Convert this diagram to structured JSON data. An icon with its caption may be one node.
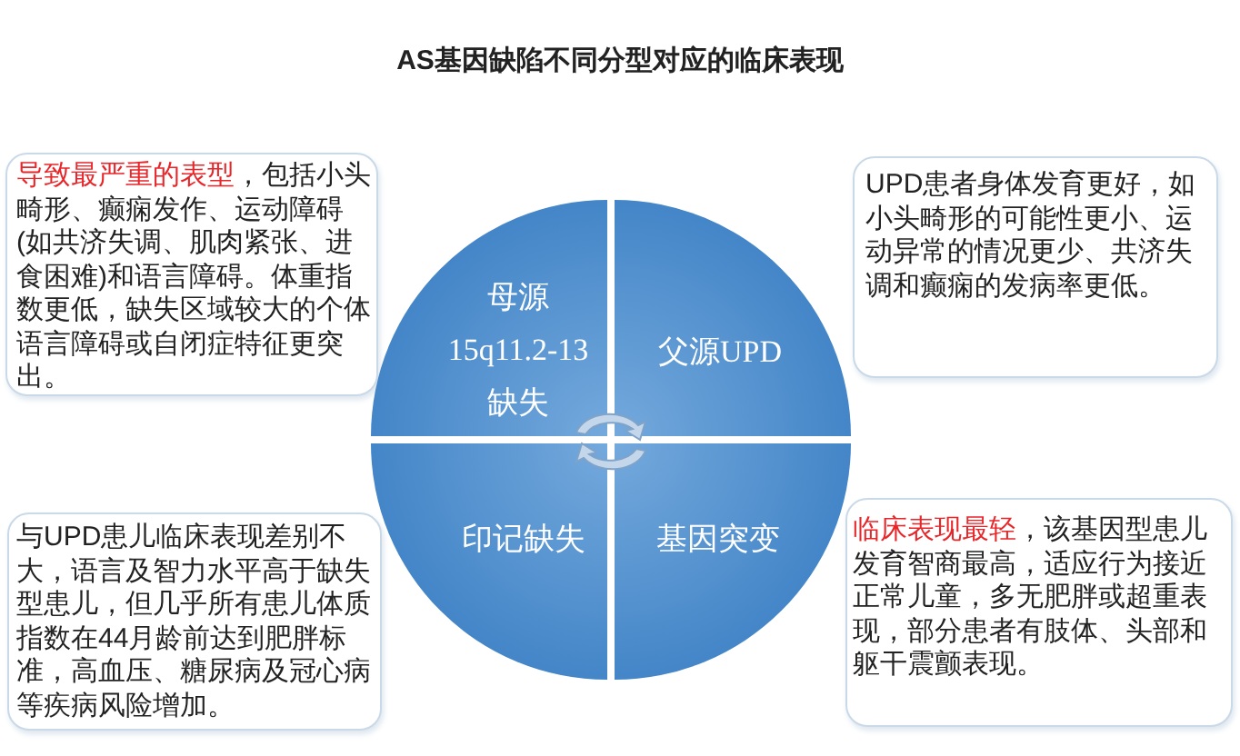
{
  "diagram": {
    "title": "AS基因缺陷不同分型对应的临床表现",
    "nodes": [
      {
        "text": [
          "母源 15q11.2-13缺失"
        ]
      },
      {
        "text": [
          "父源UPD"
        ]
      },
      {
        "text": [
          "印记缺失"
        ]
      },
      {
        "text": [
          "基因突变"
        ]
      },
      {
        "text": [
          "**导致最严重的表型**，包括小头畸形、癫痫发作、运动障碍(如共济失调、肌肉紧张、进食困难)和语言障碍。体重指数更低，缺失区域较大的个体语言障碍或自闭症特征更突出。"
        ]
      },
      {
        "text": [
          "UPD患者身体发育更好，如小头畸形的可能性更小、运动异常的情况更少、共济失调和癫痫的发病率更低。"
        ]
      },
      {
        "text": [
          "与UPD患儿临床表现差别不大，语言及智力水平高于缺失型患儿，但几乎所有患儿体质指数在44月龄前达到肥胖标准，高血压、糖尿病及冠心病等疾病风险增加。"
        ]
      },
      {
        "text": [
          "**临床表现最轻**，该基因型患儿发育智商最高，适应行为接近正常儿童，多无肥胖或超重表现，部分患者有肢体、头部和躯干震颤表现。"
        ]
      }
    ],
    "edges": []
  }
}
